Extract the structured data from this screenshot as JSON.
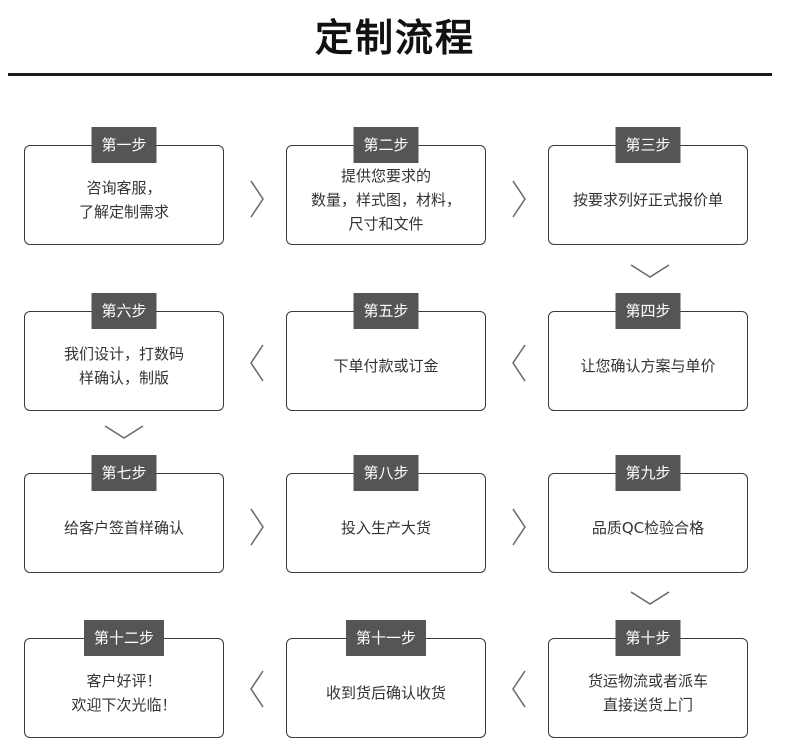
{
  "page": {
    "title": "定制流程"
  },
  "steps": [
    {
      "label": "第一步",
      "text": "咨询客服，\n了解定制需求"
    },
    {
      "label": "第二步",
      "text": "提供您要求的\n数量，样式图，材料，\n尺寸和文件"
    },
    {
      "label": "第三步",
      "text": "按要求列好正式报价单"
    },
    {
      "label": "第四步",
      "text": "让您确认方案与单价"
    },
    {
      "label": "第五步",
      "text": "下单付款或订金"
    },
    {
      "label": "第六步",
      "text": "我们设计，打数码\n样确认，制版"
    },
    {
      "label": "第七步",
      "text": "给客户签首样确认"
    },
    {
      "label": "第八步",
      "text": "投入生产大货"
    },
    {
      "label": "第九步",
      "text": "品质QC检验合格"
    },
    {
      "label": "第十步",
      "text": "货运物流或者派车\n直接送货上门"
    },
    {
      "label": "第十一步",
      "text": "收到货后确认收货"
    },
    {
      "label": "第十二步",
      "text": "客户好评！\n欢迎下次光临！"
    }
  ],
  "colors": {
    "badge": "#555555",
    "border": "#3a3a3a",
    "arrow": "#666666"
  },
  "icons": {
    "right": "chevron-right-icon",
    "left": "chevron-left-icon",
    "down": "chevron-down-icon"
  }
}
